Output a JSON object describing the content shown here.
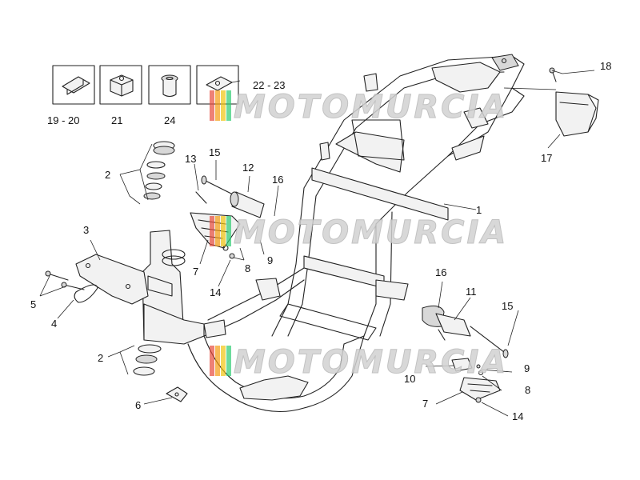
{
  "diagram": {
    "part_labels": {
      "p1": "1",
      "p2a": "2",
      "p2b": "2",
      "p3": "3",
      "p4": "4",
      "p5": "5",
      "p6": "6",
      "p7a": "7",
      "p7b": "7",
      "p8a": "8",
      "p8b": "8",
      "p9a": "9",
      "p9b": "9",
      "p10": "10",
      "p11": "11",
      "p12": "12",
      "p13": "13",
      "p14a": "14",
      "p14b": "14",
      "p15a": "15",
      "p15b": "15",
      "p16a": "16",
      "p16b": "16",
      "p17": "17",
      "p18": "18",
      "p19_20": "19 - 20",
      "p21": "21",
      "p22_23": "22 - 23",
      "p24": "24"
    },
    "watermark": {
      "text": "MOTOMURCIA",
      "colors": [
        "#e74c3c",
        "#f39c12",
        "#f1c40f",
        "#2ecc71"
      ]
    }
  }
}
